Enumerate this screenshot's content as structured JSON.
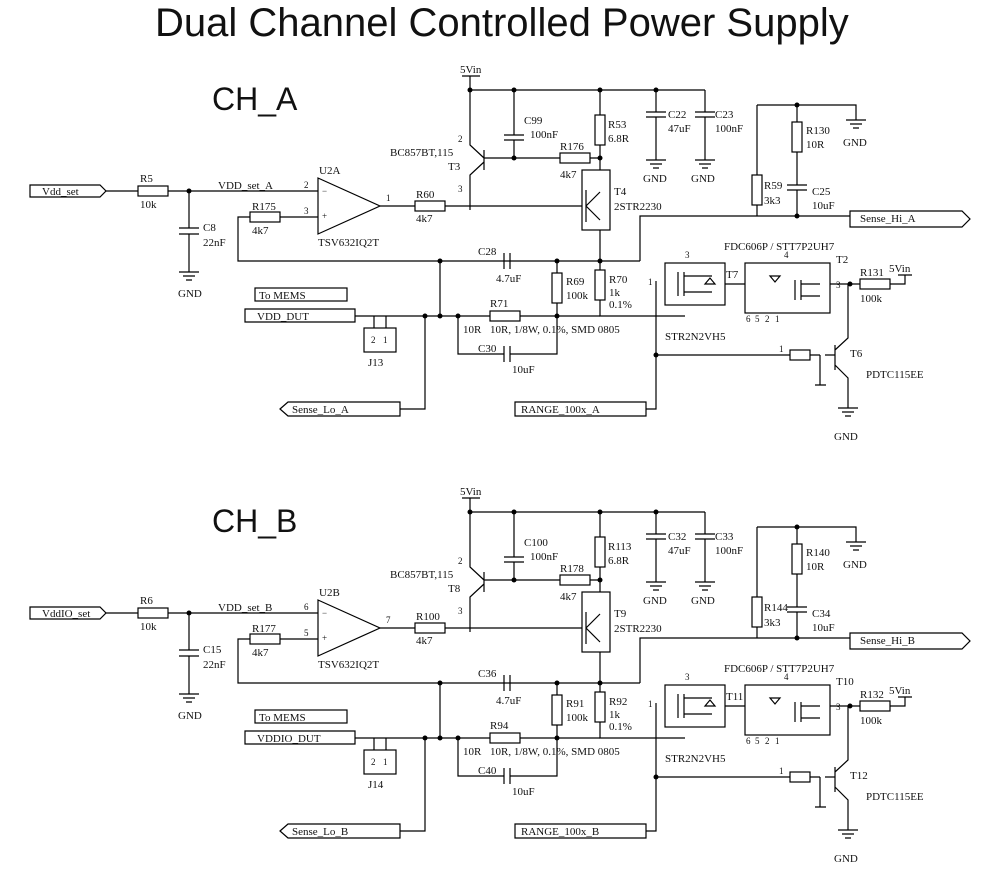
{
  "title": "Dual Channel Controlled Power Supply",
  "channels": {
    "a": {
      "name": "CH_A",
      "port_in": "Vdd_set",
      "net_set": "VDD_set_A",
      "r_in": {
        "ref": "R5",
        "val": "10k"
      },
      "c_in": {
        "ref": "C8",
        "val": "22nF"
      },
      "opamp": {
        "ref": "U2A",
        "part": "TSV632IQ2T",
        "pin_neg": "2",
        "pin_pos": "3",
        "pin_out": "1"
      },
      "r_fb": {
        "ref": "R175",
        "val": "4k7"
      },
      "r_base": {
        "ref": "R60",
        "val": "4k7"
      },
      "supply": "5Vin",
      "c_small": {
        "ref": "C99",
        "val": "100nF"
      },
      "r_sense": {
        "ref": "R53",
        "val": "6.8R"
      },
      "c_bulk": {
        "ref": "C22",
        "val": "47uF"
      },
      "c_bulk2": {
        "ref": "C23",
        "val": "100nF"
      },
      "t_pnp": {
        "ref": "T3",
        "part": "BC857BT,115"
      },
      "r_pnp": {
        "ref": "R176",
        "val": "4k7"
      },
      "t_pass": {
        "ref": "T4",
        "part": "2STR2230"
      },
      "r_hi": {
        "ref": "R130",
        "val": "10R"
      },
      "r_div": {
        "ref": "R59",
        "val": "3k3"
      },
      "c_div": {
        "ref": "C25",
        "val": "10uF"
      },
      "port_hi": "Sense_Hi_A",
      "c_fb": {
        "ref": "C28",
        "val": "4.7uF"
      },
      "r_69": {
        "ref": "R69",
        "val": "100k"
      },
      "r_70": {
        "ref": "R70",
        "val": "1k",
        "tol": "0.1%"
      },
      "r_series": {
        "ref": "R71",
        "val": "10R",
        "desc": "10R, 1/8W, 0.1%, SMD 0805"
      },
      "c_series": {
        "ref": "C30",
        "val": "10uF"
      },
      "mos_n": {
        "ref": "T7",
        "part": "STR2N2VH5"
      },
      "mos_p": {
        "ref": "T2",
        "part": "FDC606P / STT7P2UH7"
      },
      "r_gate": {
        "ref": "R131",
        "val": "100k"
      },
      "t_ctrl": {
        "ref": "T6",
        "part": "PDTC115EE"
      },
      "tag_mems": "To MEMS",
      "port_dut": "VDD_DUT",
      "conn": "J13",
      "port_lo": "Sense_Lo_A",
      "port_range": "RANGE_100x_A",
      "gnd": "GND"
    },
    "b": {
      "name": "CH_B",
      "port_in": "VddIO_set",
      "net_set": "VDD_set_B",
      "r_in": {
        "ref": "R6",
        "val": "10k"
      },
      "c_in": {
        "ref": "C15",
        "val": "22nF"
      },
      "opamp": {
        "ref": "U2B",
        "part": "TSV632IQ2T",
        "pin_neg": "6",
        "pin_pos": "5",
        "pin_out": "7"
      },
      "r_fb": {
        "ref": "R177",
        "val": "4k7"
      },
      "r_base": {
        "ref": "R100",
        "val": "4k7"
      },
      "supply": "5Vin",
      "c_small": {
        "ref": "C100",
        "val": "100nF"
      },
      "r_sense": {
        "ref": "R113",
        "val": "6.8R"
      },
      "c_bulk": {
        "ref": "C32",
        "val": "47uF"
      },
      "c_bulk2": {
        "ref": "C33",
        "val": "100nF"
      },
      "t_pnp": {
        "ref": "T8",
        "part": "BC857BT,115"
      },
      "r_pnp": {
        "ref": "R178",
        "val": "4k7"
      },
      "t_pass": {
        "ref": "T9",
        "part": "2STR2230"
      },
      "r_hi": {
        "ref": "R140",
        "val": "10R"
      },
      "r_div": {
        "ref": "R144",
        "val": "3k3"
      },
      "c_div": {
        "ref": "C34",
        "val": "10uF"
      },
      "port_hi": "Sense_Hi_B",
      "c_fb": {
        "ref": "C36",
        "val": "4.7uF"
      },
      "r_69": {
        "ref": "R91",
        "val": "100k"
      },
      "r_70": {
        "ref": "R92",
        "val": "1k",
        "tol": "0.1%"
      },
      "r_series": {
        "ref": "R94",
        "val": "10R",
        "desc": "10R, 1/8W, 0.1%, SMD 0805"
      },
      "c_series": {
        "ref": "C40",
        "val": "10uF"
      },
      "mos_n": {
        "ref": "T11",
        "part": "STR2N2VH5"
      },
      "mos_p": {
        "ref": "T10",
        "part": "FDC606P / STT7P2UH7"
      },
      "r_gate": {
        "ref": "R132",
        "val": "100k"
      },
      "t_ctrl": {
        "ref": "T12",
        "part": "PDTC115EE"
      },
      "tag_mems": "To MEMS",
      "port_dut": "VDDIO_DUT",
      "conn": "J14",
      "port_lo": "Sense_Lo_B",
      "port_range": "RANGE_100x_B",
      "gnd": "GND"
    }
  }
}
